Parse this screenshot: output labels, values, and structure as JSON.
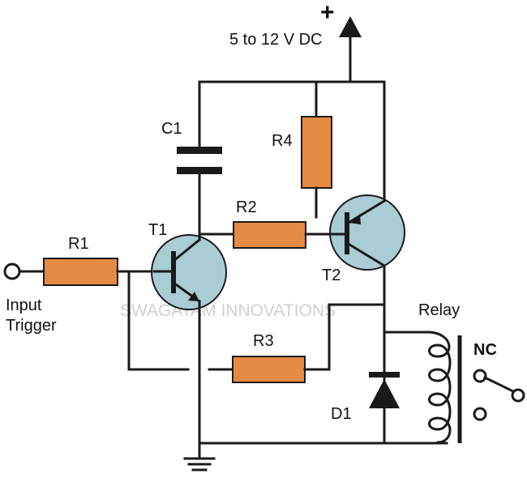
{
  "supply": {
    "plus_sign": "+",
    "voltage": "5 to 12 V DC"
  },
  "components": {
    "c1": "C1",
    "r1": "R1",
    "r2": "R2",
    "r3": "R3",
    "r4": "R4",
    "t1": "T1",
    "t2": "T2",
    "d1": "D1",
    "relay": "Relay",
    "nc": "NC"
  },
  "input": {
    "line1": "Input",
    "line2": "Trigger"
  },
  "watermark": "SWAGATAM INNOVATIONS"
}
